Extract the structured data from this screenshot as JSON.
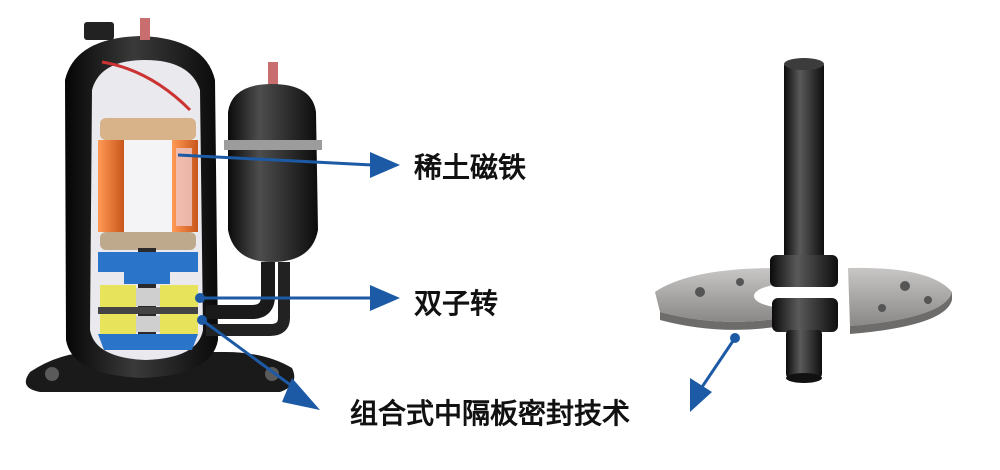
{
  "labels": {
    "rare_earth_magnet": "稀土磁铁",
    "twin_rotor": "双子转",
    "partition_seal": "组合式中隔板密封技术"
  },
  "colors": {
    "arrow_blue": "#1c5aa6",
    "motor_orange": "#e8742a",
    "pump_yellow": "#e7e35a",
    "pump_blue": "#2a74c9",
    "shell_black": "#161616"
  }
}
